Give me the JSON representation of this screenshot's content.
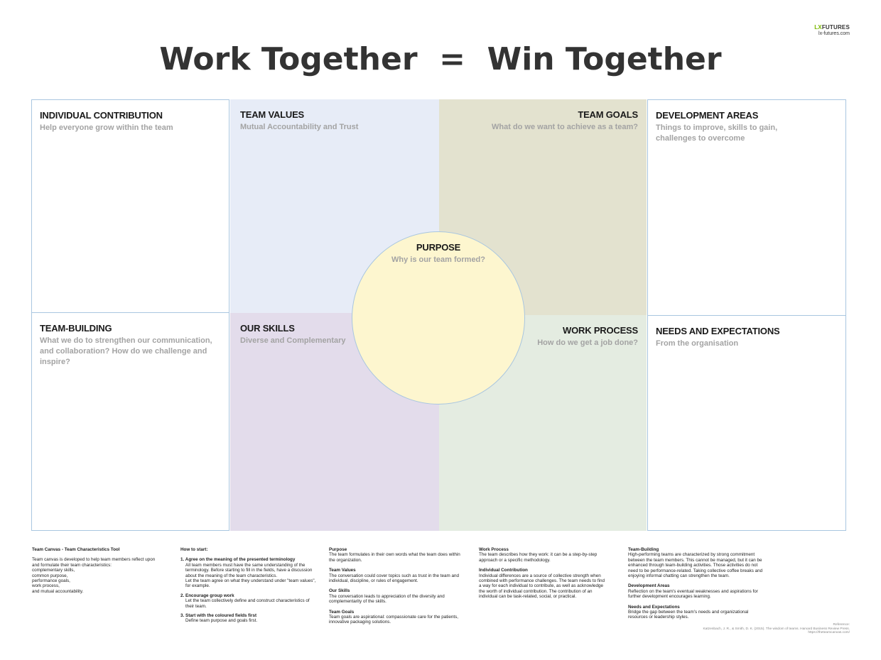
{
  "brand": {
    "logo_lx": "LX",
    "logo_rest": "FUTURES",
    "url": "lx-futures.com"
  },
  "title": "Work Together  =  Win Together",
  "canvas": {
    "individual_contribution": {
      "heading": "INDIVIDUAL CONTRIBUTION",
      "sub": "Help everyone grow within the team"
    },
    "team_values": {
      "heading": "TEAM VALUES",
      "sub": "Mutual Accountability and Trust",
      "color": "#e7ecf7"
    },
    "team_goals": {
      "heading": "TEAM GOALS",
      "sub": "What do we want to achieve as a team?",
      "color": "#e3e2cf"
    },
    "development_areas": {
      "heading": "DEVELOPMENT AREAS",
      "sub": "Things to improve, skills to gain, challenges to overcome"
    },
    "team_building": {
      "heading": "TEAM-BUILDING",
      "sub": "What we do to strengthen our communication, and collaboration? How do we challenge and inspire?"
    },
    "our_skills": {
      "heading": "OUR SKILLS",
      "sub": "Diverse and Complementary",
      "color": "#e3dceb"
    },
    "work_process": {
      "heading": "WORK PROCESS",
      "sub": "How do we get a job done?",
      "color": "#e4ece1"
    },
    "needs_expectations": {
      "heading": "NEEDS AND EXPECTATIONS",
      "sub": "From the organisation"
    },
    "purpose": {
      "heading": "PURPOSE",
      "sub": "Why is our team formed?",
      "color": "#fdf6cf"
    }
  },
  "footer": {
    "col1": {
      "title": "Team Canvas - Team Characteristics Tool",
      "intro": "Team canvas is developed to help team members reflect upon and formulate their team characteristics:",
      "items": [
        "complementary skills,",
        "common purpose,",
        "performance goals,",
        "work process,",
        "and mutual accountability."
      ]
    },
    "col2": {
      "title": "How to start:",
      "steps": [
        {
          "head": "1. Agree on the meaning of the presented terminology",
          "body": "All team members must have the same understanding of the terminology. Before starting to fill in the fields, have a discussion about the meaning of the team characteristics.",
          "body2": "Let the team agree on what they understand under \"team values\", for example."
        },
        {
          "head": "2. Encourage group work",
          "body": "Let the team collectively define and construct characteristics of their team.",
          "body2": ""
        },
        {
          "head": "3. Start with the coloured fields first",
          "body": "Define team purpose and goals first.",
          "body2": ""
        }
      ]
    },
    "col3": [
      {
        "head": "Purpose",
        "body": "The team formulates in their own words what the team does within the organization."
      },
      {
        "head": "Team Values",
        "body": "The conversation could cover topics such as trust in the team and individual, discipline, or rules of engagement."
      },
      {
        "head": "Our Skills",
        "body": "The conversation leads to appreciation of the diversity and complementarity of the skills."
      },
      {
        "head": "Team Goals",
        "body": "Team goals are aspirational: compassionate care for the patients, innovative packaging solutions."
      }
    ],
    "col4": [
      {
        "head": "Work Process",
        "body": "The team describes how they work: it can be a step-by-step approach or a specific methodology."
      },
      {
        "head": "Individual Contribution",
        "body": "Individual differences are a source of collective strength when combined with performance challenges. The team needs to find a way for each individual to contribute, as well as acknowledge the worth of individual contribution. The contribution of an individual can be task-related, social, or practical."
      }
    ],
    "col5": [
      {
        "head": "Team-Building",
        "body": "High-performing teams are characterized by strong commitment between the team members. This cannot be managed, but it can be enhanced through team-building activities. Those activities do not need to be performance-related. Taking collective coffee breaks and enjoying informal chatting can strengthen the team."
      },
      {
        "head": "Development Areas",
        "body": "Reflection on the team's eventual weaknesses and aspirations for further development encourages learning."
      },
      {
        "head": "Needs and Expectations",
        "body": "Bridge the gap between the team's needs and organizational resources or leadership styles."
      }
    ],
    "reference": {
      "label": "Reference:",
      "citation": "Katzenbach, J. R., & Smith, D. K. (2015). The wisdom of teams. Harvard Business Review Press.",
      "url": "https://theteamcanvas.com/"
    }
  }
}
